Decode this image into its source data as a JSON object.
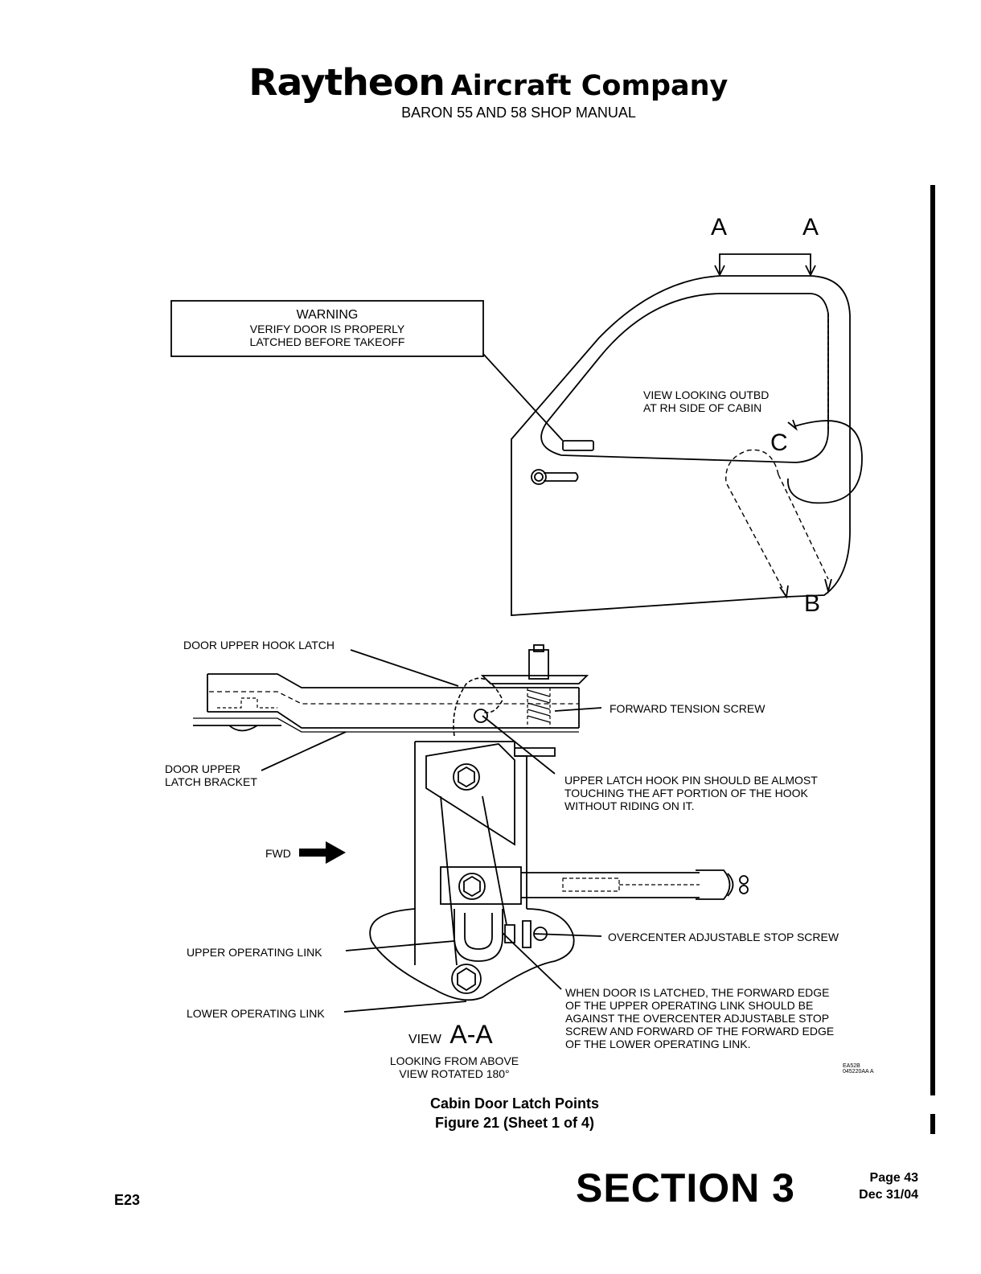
{
  "header": {
    "logo_text": "Raytheon",
    "company": "Aircraft Company",
    "manual": "BARON 55 AND 58 SHOP MANUAL"
  },
  "view_markers": {
    "a_left": "A",
    "a_right": "A",
    "b": "B",
    "c": "C"
  },
  "warning": {
    "title": "WARNING",
    "line1": "VERIFY DOOR IS PROPERLY",
    "line2": "LATCHED BEFORE TAKEOFF"
  },
  "view_note": {
    "line1": "VIEW LOOKING OUTBD",
    "line2": "AT RH SIDE OF CABIN"
  },
  "callouts": {
    "upper_hook_latch": "DOOR UPPER HOOK LATCH",
    "forward_tension_screw": "FORWARD TENSION SCREW",
    "upper_latch_bracket_1": "DOOR UPPER",
    "upper_latch_bracket_2": "LATCH BRACKET",
    "hook_pin_1": "UPPER LATCH HOOK PIN SHOULD BE ALMOST",
    "hook_pin_2": "TOUCHING THE AFT PORTION OF THE HOOK",
    "hook_pin_3": "WITHOUT RIDING ON IT.",
    "fwd": "FWD",
    "stop_screw": "OVERCENTER ADJUSTABLE STOP SCREW",
    "upper_link": "UPPER OPERATING LINK",
    "lower_link": "LOWER OPERATING LINK",
    "latched_1": "WHEN DOOR IS LATCHED, THE FORWARD EDGE",
    "latched_2": "OF THE UPPER OPERATING LINK SHOULD BE",
    "latched_3": "AGAINST THE OVERCENTER ADJUSTABLE STOP",
    "latched_4": "SCREW AND FORWARD OF THE FORWARD EDGE",
    "latched_5": "OF THE LOWER OPERATING LINK."
  },
  "view_aa": {
    "view_word": "VIEW",
    "letters": "A-A",
    "line1": "LOOKING FROM ABOVE",
    "line2": "VIEW ROTATED 180°"
  },
  "ref_codes": {
    "line1": "EA52B",
    "line2": "045220AA A"
  },
  "caption": {
    "title": "Cabin Door Latch Points",
    "figure": "Figure 21 (Sheet 1 of 4)"
  },
  "footer": {
    "section": "SECTION 3",
    "page": "Page 43",
    "date": "Dec 31/04",
    "code": "E23"
  }
}
